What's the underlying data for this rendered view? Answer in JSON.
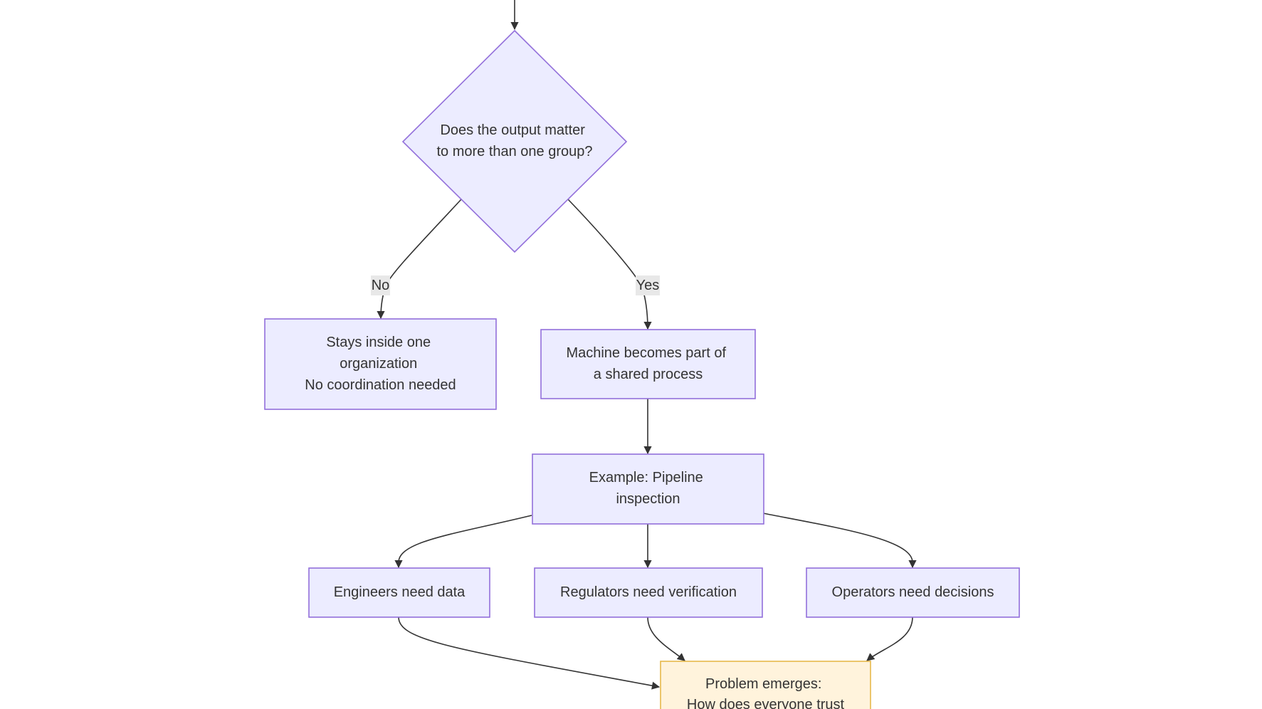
{
  "colors": {
    "node_fill": "#ECECFF",
    "node_stroke": "#9370DB",
    "highlight_fill": "#FFF3DC",
    "highlight_stroke": "#E6B84A",
    "edge_color": "#333333",
    "edge_label_bg": "#E8E8E8",
    "text_color": "#333333"
  },
  "nodes": {
    "decision": {
      "lines": [
        "Does the output matter",
        "to more than one group?"
      ]
    },
    "stays_inside": {
      "lines": [
        "Stays inside one",
        "organization",
        "No coordination needed"
      ]
    },
    "shared_process": {
      "lines": [
        "Machine becomes part of",
        "a shared process"
      ]
    },
    "example": {
      "lines": [
        "Example: Pipeline",
        "inspection"
      ]
    },
    "engineers": {
      "lines": [
        "Engineers need data"
      ]
    },
    "regulators": {
      "lines": [
        "Regulators need verification"
      ]
    },
    "operators": {
      "lines": [
        "Operators need decisions"
      ]
    },
    "problem": {
      "lines": [
        "Problem emerges:",
        "How does everyone trust"
      ]
    }
  },
  "edge_labels": {
    "no": "No",
    "yes": "Yes"
  }
}
